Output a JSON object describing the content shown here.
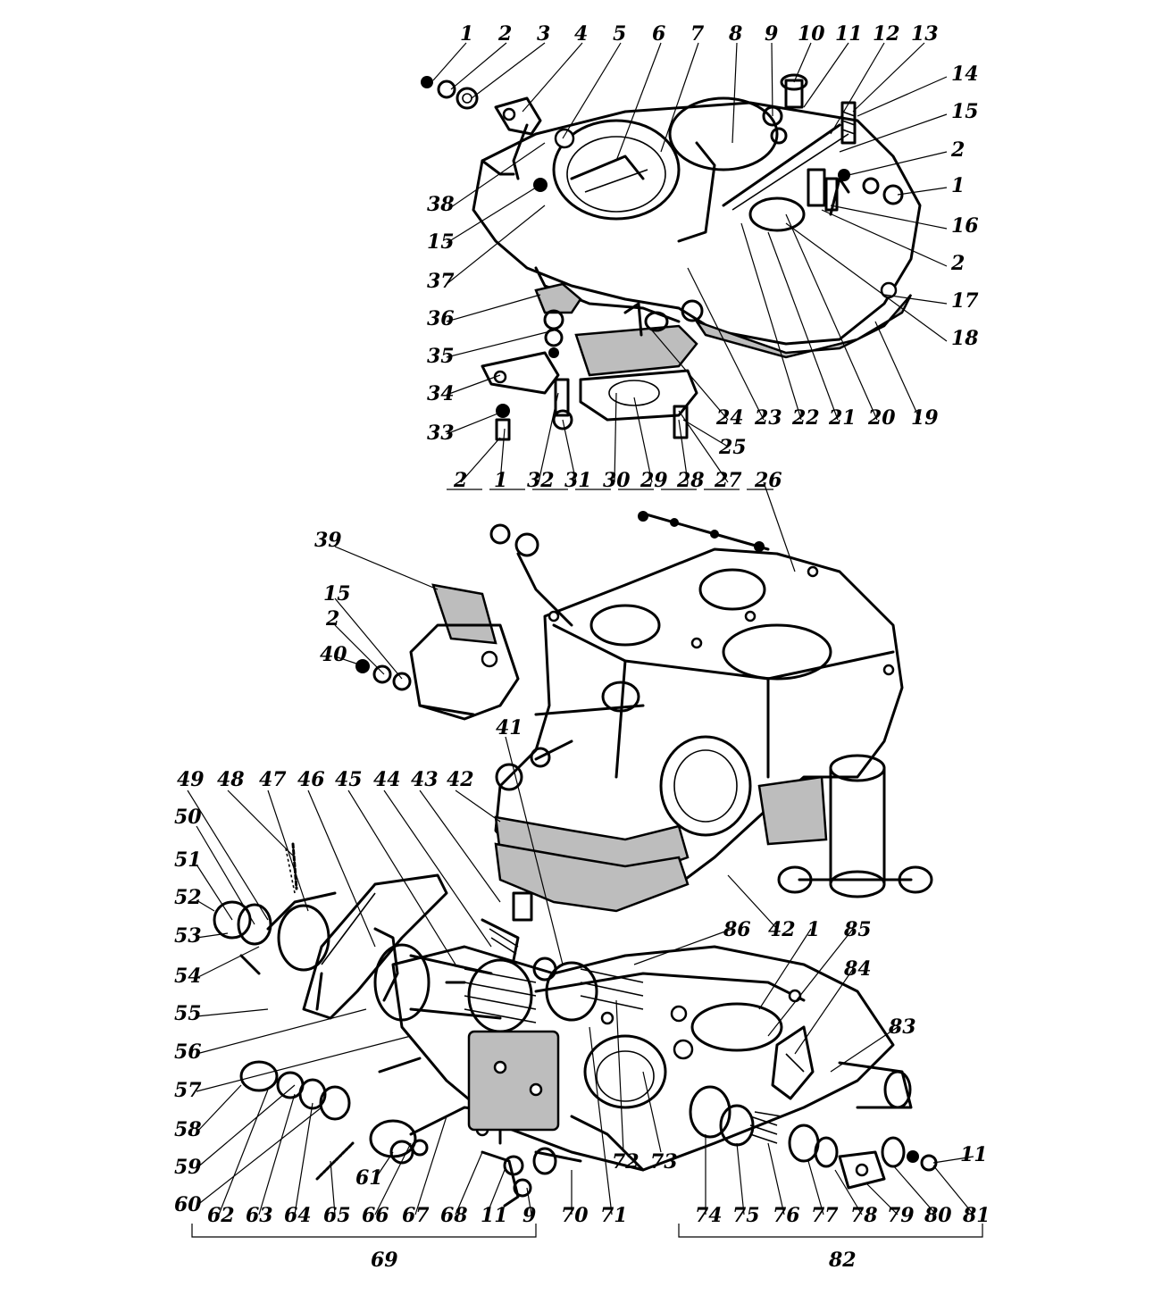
{
  "labels": {
    "top_row": [
      "1",
      "2",
      "3",
      "4",
      "5",
      "6",
      "7",
      "8",
      "9",
      "10",
      "11",
      "12",
      "13"
    ],
    "top_right": [
      "14",
      "15",
      "2",
      "1",
      "16",
      "2",
      "17",
      "18"
    ],
    "top_left": [
      "38",
      "15",
      "37",
      "36",
      "35",
      "34",
      "33"
    ],
    "top_bottom_row": [
      "2",
      "1",
      "32",
      "31",
      "30",
      "29",
      "28",
      "27",
      "26"
    ],
    "top_bottom_angled": [
      "24",
      "23",
      "22",
      "21",
      "20",
      "19",
      "25"
    ],
    "mid_left": [
      "39",
      "15",
      "2",
      "40"
    ],
    "mid": [
      "41",
      "42",
      "43",
      "44",
      "45",
      "46",
      "47",
      "48",
      "49"
    ],
    "left_column": [
      "50",
      "51",
      "52",
      "53",
      "54",
      "55",
      "56",
      "57",
      "58",
      "59",
      "60"
    ],
    "lower_right": [
      "86",
      "42",
      "1",
      "85",
      "84",
      "83",
      "11"
    ],
    "bottom_row": [
      "62",
      "63",
      "64",
      "65",
      "61",
      "66",
      "67",
      "68",
      "11",
      "9",
      "70",
      "71",
      "72",
      "73",
      "74",
      "75",
      "76",
      "77",
      "78",
      "79",
      "80",
      "81"
    ],
    "group_labels": [
      "69",
      "82"
    ]
  }
}
